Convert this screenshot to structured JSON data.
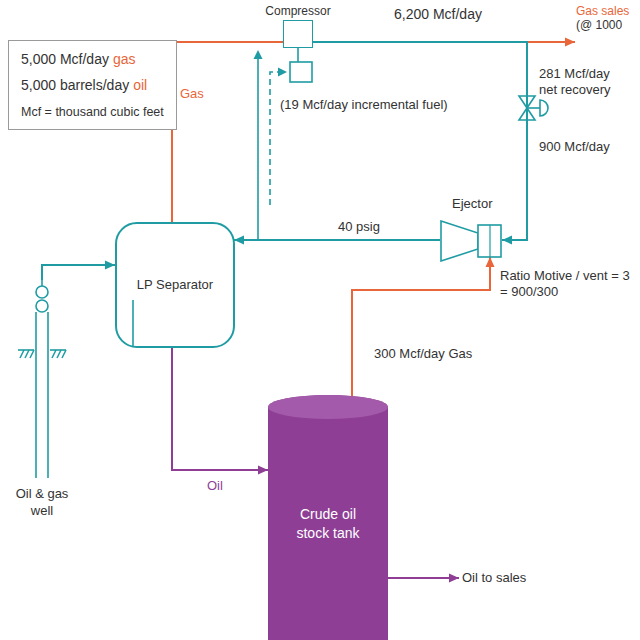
{
  "diagram": {
    "nodes": [
      {
        "text": [
          "5,000 Mcf/day",
          "gas",
          "5,000 barrels/day",
          "oil",
          "Mcf = thousand cubic feet"
        ]
      },
      {
        "text": [
          "Compressor"
        ]
      },
      {
        "text": [
          "Gas sales",
          "(@ 1000"
        ]
      },
      {
        "text": [
          "LP Separator"
        ]
      },
      {
        "text": [
          "Ejector"
        ]
      },
      {
        "text": [
          "Oil & gas well"
        ]
      },
      {
        "text": [
          "Crude oil stock tank"
        ]
      },
      {
        "text": [
          "Oil to sales"
        ]
      }
    ],
    "edges": [
      {
        "from": 3,
        "to": 1,
        "arrow": "none",
        "label": "Gas"
      },
      {
        "from": 1,
        "to": 2,
        "arrow": "to",
        "label": "6,200 Mcf/day"
      },
      {
        "from": 1,
        "to": 4,
        "arrow": "to"
      },
      {
        "from": 4,
        "to": 3,
        "arrow": "to",
        "label": "40 psig"
      },
      {
        "from": 3,
        "to": 6,
        "arrow": "to",
        "label": "Oil"
      },
      {
        "from": 6,
        "to": 4,
        "arrow": "to",
        "label": "300 Mcf/day Gas"
      },
      {
        "from": 6,
        "to": 7,
        "arrow": "to"
      },
      {
        "from": 5,
        "to": 3,
        "arrow": "to"
      }
    ],
    "labels": [
      "(19 Mcf/day incremental fuel)",
      "281 Mcf/day net recovery",
      "900 Mcf/day",
      "Ratio Motive / vent = 3 = 900/300"
    ]
  }
}
